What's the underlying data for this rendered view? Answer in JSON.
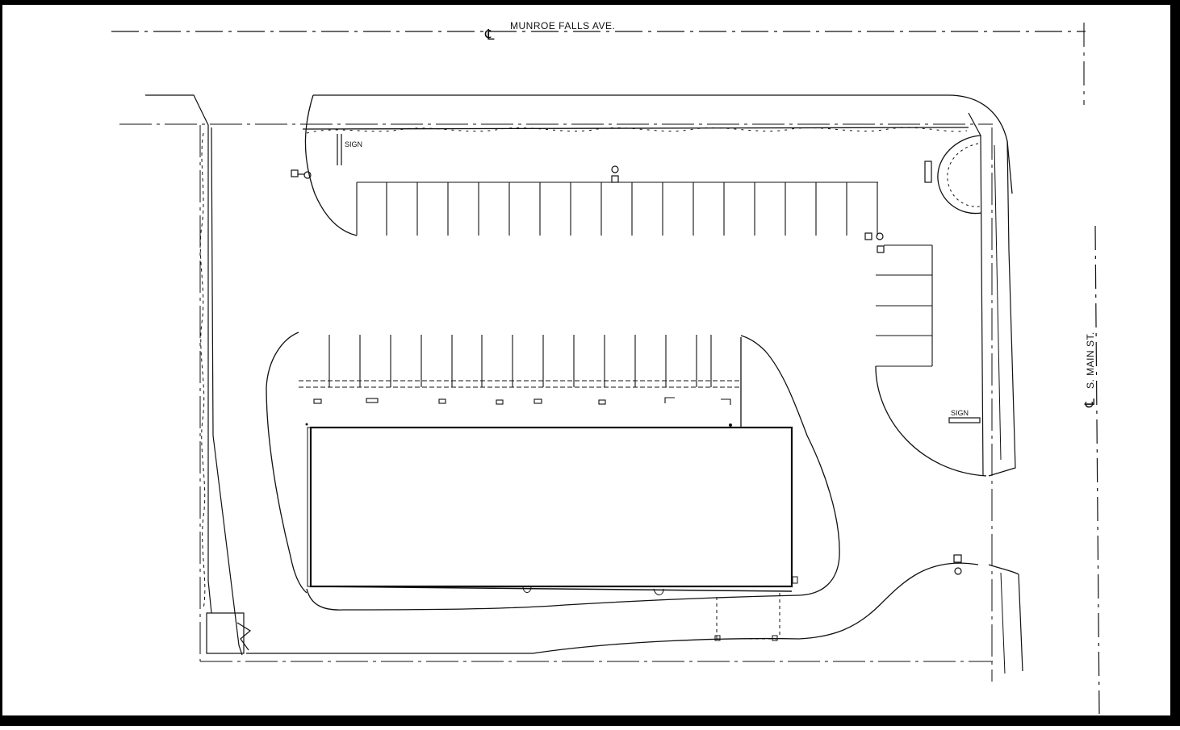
{
  "drawing": {
    "street_top": "MUNROE FALLS AVE.",
    "street_right": "S. MAIN ST.",
    "centerline_symbol": "℄",
    "sign_labels": [
      "SIGN",
      "SIGN"
    ]
  },
  "colors": {
    "ink": "#111111",
    "paper": "#ffffff",
    "border": "#000000"
  }
}
